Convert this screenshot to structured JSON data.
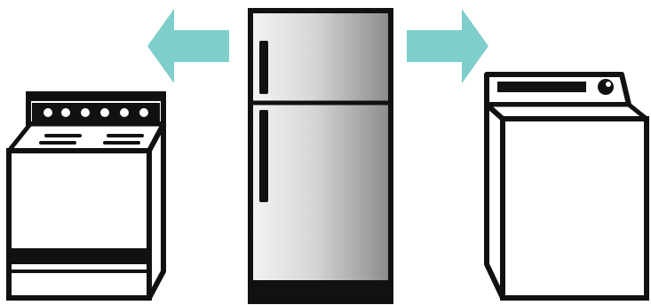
{
  "colors": {
    "outline": "#111111",
    "arrow": "#7ececb",
    "background": "#ffffff",
    "steel_light": "#f2f2f2",
    "steel_dark": "#8c8c8c"
  },
  "items": [
    {
      "name": "stove",
      "icon": "stove-icon"
    },
    {
      "name": "refrigerator",
      "icon": "refrigerator-icon"
    },
    {
      "name": "washing-machine",
      "icon": "washing-machine-icon"
    }
  ],
  "arrows": [
    {
      "name": "left",
      "icon": "arrow-left-icon"
    },
    {
      "name": "right",
      "icon": "arrow-right-icon"
    }
  ]
}
